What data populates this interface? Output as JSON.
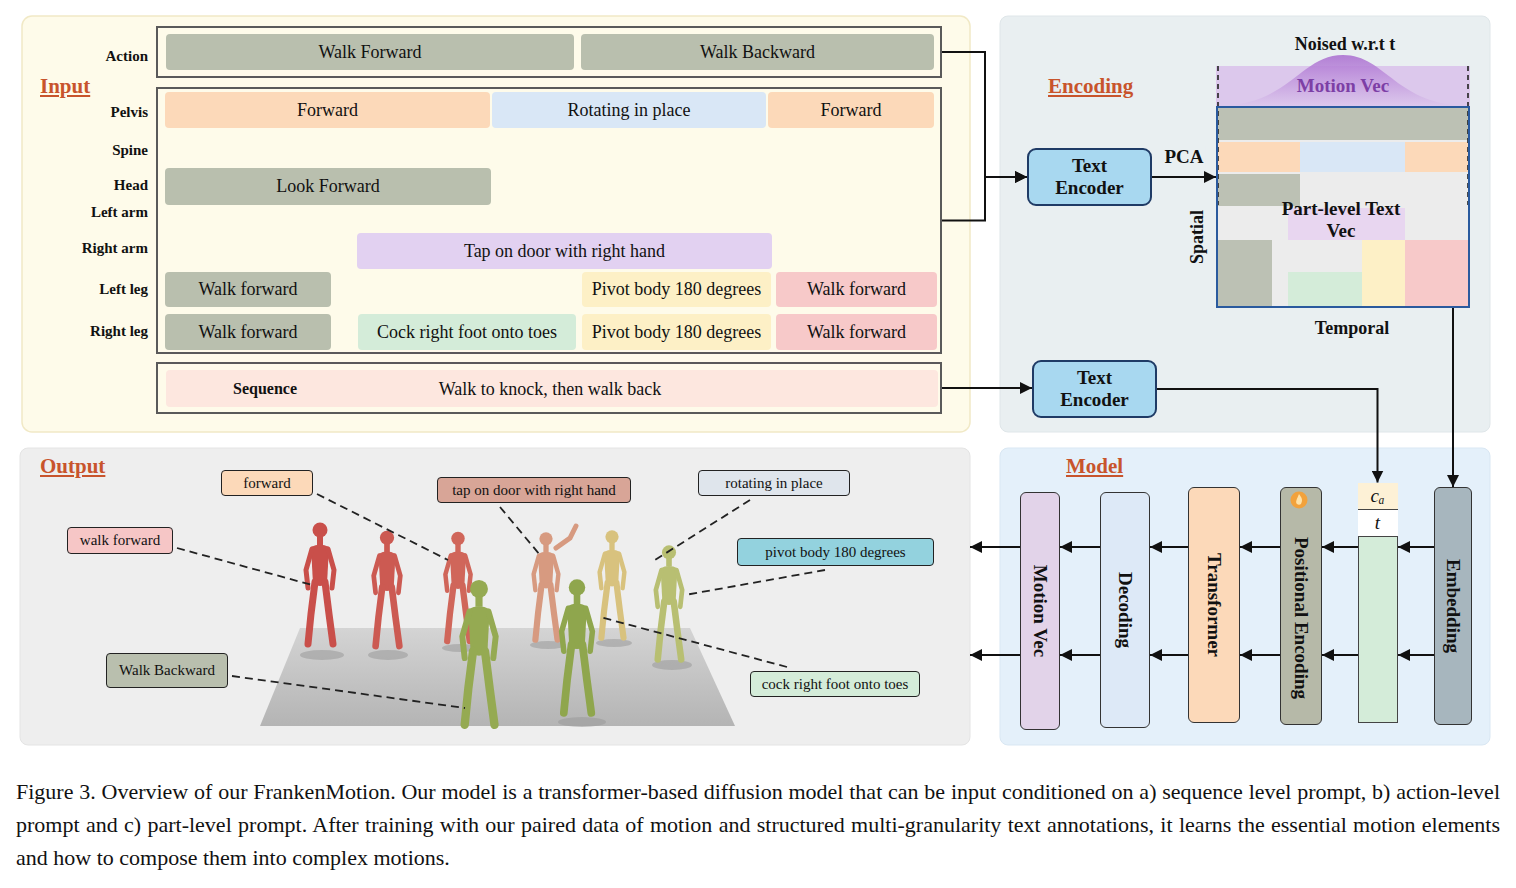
{
  "diagram": {
    "caption": "Figure 3. Overview of our FrankenMotion. Our model is a transformer-based diffusion model that can be input conditioned on a) sequence level prompt, b) action-level prompt and c) part-level prompt. After training with our paired data of motion and structured multi-granularity text annotations, it learns the essential motion elements and how to compose them into complex motions.",
    "nodes": [
      {
        "text": [
          "Input"
        ]
      },
      {
        "text": [],
        "in": 0
      },
      {
        "text": [
          "Walk Forward"
        ],
        "in": 1
      },
      {
        "text": [
          "Walk Backward"
        ],
        "in": 1
      },
      {
        "text": [],
        "in": 0
      },
      {
        "text": [
          "Forward"
        ],
        "in": 4
      },
      {
        "text": [
          "Rotating in place"
        ],
        "in": 4
      },
      {
        "text": [
          "Forward"
        ],
        "in": 4
      },
      {
        "text": [
          "Look Forward"
        ],
        "in": 4
      },
      {
        "text": [
          "Tap on door with right hand"
        ],
        "in": 4
      },
      {
        "text": [
          "Walk forward"
        ],
        "in": 4
      },
      {
        "text": [
          "Pivot body 180 degrees"
        ],
        "in": 4
      },
      {
        "text": [
          "Walk forward"
        ],
        "in": 4
      },
      {
        "text": [
          "Walk forward"
        ],
        "in": 4
      },
      {
        "text": [
          "Cock right foot onto toes"
        ],
        "in": 4
      },
      {
        "text": [
          "Pivot body 180 degrees"
        ],
        "in": 4
      },
      {
        "text": [
          "Walk forward"
        ],
        "in": 4
      },
      {
        "text": [],
        "in": 0
      },
      {
        "text": [
          "Sequence",
          "Walk to knock, then walk back"
        ],
        "in": 17
      },
      {
        "text": [
          "Encoding"
        ]
      },
      {
        "text": [
          "Text Encoder"
        ],
        "in": 19
      },
      {
        "text": [
          "Text Encoder"
        ],
        "in": 19
      },
      {
        "text": [
          "Motion Vec"
        ],
        "in": 19
      },
      {
        "text": [
          "Part-level Text Vec"
        ],
        "in": 19
      },
      {
        "text": [
          "Output"
        ]
      },
      {
        "text": [
          "forward"
        ],
        "in": 24
      },
      {
        "text": [
          "tap on door with right hand"
        ],
        "in": 24
      },
      {
        "text": [
          "rotating in place"
        ],
        "in": 24
      },
      {
        "text": [
          "walk forward"
        ],
        "in": 24
      },
      {
        "text": [
          "pivot body 180 degrees"
        ],
        "in": 24
      },
      {
        "text": [
          "Walk Backward"
        ],
        "in": 24
      },
      {
        "text": [
          "cock right foot onto toes"
        ],
        "in": 24
      },
      {
        "text": [
          "Model"
        ]
      },
      {
        "text": [
          "Motion Vec"
        ],
        "in": 32
      },
      {
        "text": [
          "Decoding"
        ],
        "in": 32
      },
      {
        "text": [
          "Transformer"
        ],
        "in": 32
      },
      {
        "text": [
          "Positional Encoding"
        ],
        "in": 32
      },
      {
        "text": [],
        "in": 32
      },
      {
        "text": [
          "cₐ"
        ],
        "in": 37
      },
      {
        "text": [
          "t"
        ],
        "in": 37
      },
      {
        "text": [
          "Embedding"
        ],
        "in": 32
      }
    ],
    "edges": [
      {
        "from": 1,
        "to": 20,
        "arrow": "to"
      },
      {
        "from": 4,
        "to": 20,
        "arrow": "to"
      },
      {
        "from": 20,
        "to": 23,
        "label": "PCA",
        "arrow": "to"
      },
      {
        "from": 17,
        "to": 21,
        "arrow": "to"
      },
      {
        "from": 21,
        "to": 38,
        "arrow": "to"
      },
      {
        "from": 23,
        "to": 40,
        "arrow": "to"
      },
      {
        "from": 40,
        "to": 37,
        "arrow": "to"
      },
      {
        "from": 40,
        "to": 37,
        "arrow": "to"
      },
      {
        "from": 37,
        "to": 36,
        "arrow": "to"
      },
      {
        "from": 37,
        "to": 36,
        "arrow": "to"
      },
      {
        "from": 36,
        "to": 35,
        "arrow": "to"
      },
      {
        "from": 36,
        "to": 35,
        "arrow": "to"
      },
      {
        "from": 35,
        "to": 34,
        "arrow": "to"
      },
      {
        "from": 35,
        "to": 34,
        "arrow": "to"
      },
      {
        "from": 34,
        "to": 33,
        "arrow": "to"
      },
      {
        "from": 34,
        "to": 33,
        "arrow": "to"
      },
      {
        "from": 33,
        "to": 24,
        "arrow": "to"
      },
      {
        "from": 33,
        "to": 24,
        "arrow": "to"
      }
    ],
    "labels": [
      "Action",
      "Pelvis",
      "Spine",
      "Head",
      "Left arm",
      "Right arm",
      "Left leg",
      "Right leg",
      "Noised w.r.t t",
      "Spatial",
      "Temporal"
    ]
  }
}
